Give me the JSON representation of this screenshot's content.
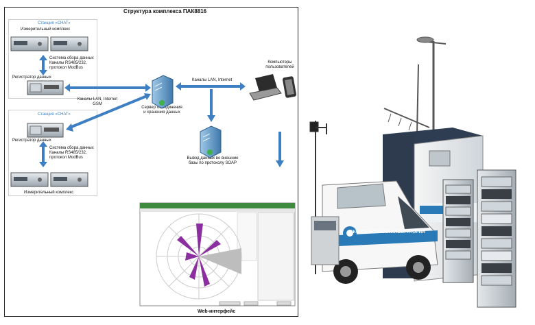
{
  "diagram": {
    "title": "Структура комплекса ПАК8816",
    "station_top": {
      "station_label": "Станция «СНАТ»",
      "meter_label": "Измерительный комплекс",
      "collection_text": [
        "Система сбора данных",
        "Каналы RS485/232,",
        "протокол ModBus"
      ],
      "registrar_label": "Регистратор данных"
    },
    "station_bottom": {
      "station_label": "Станция «СНАТ»",
      "registrar_label": "Регистратор данных",
      "collection_text": [
        "Система сбора данных",
        "Каналы RS485/232,",
        "протокол ModBus"
      ],
      "meter_label": "Измерительный комплекс"
    },
    "link_lan_gsm": [
      "Каналы LAN, Internet",
      "GSM"
    ],
    "link_lan": "Каналы LAN, Internet",
    "users_label": [
      "Компьютеры",
      "пользователей"
    ],
    "server_label": [
      "Сервер объединения",
      "и хранения данных"
    ],
    "export_label": [
      "Вывод данных во внешние",
      "базы по протоколу SOAP"
    ],
    "web_label": "Web-интерфейс"
  },
  "colors": {
    "arrow": "#3d7fc2",
    "rose": "#8b2fa0",
    "van_stripe": "#2a7ab8"
  },
  "van": {
    "side_text": "ЭКОЛОГИЧЕСКАЯ ЛАБОРАТОРИЯ"
  }
}
